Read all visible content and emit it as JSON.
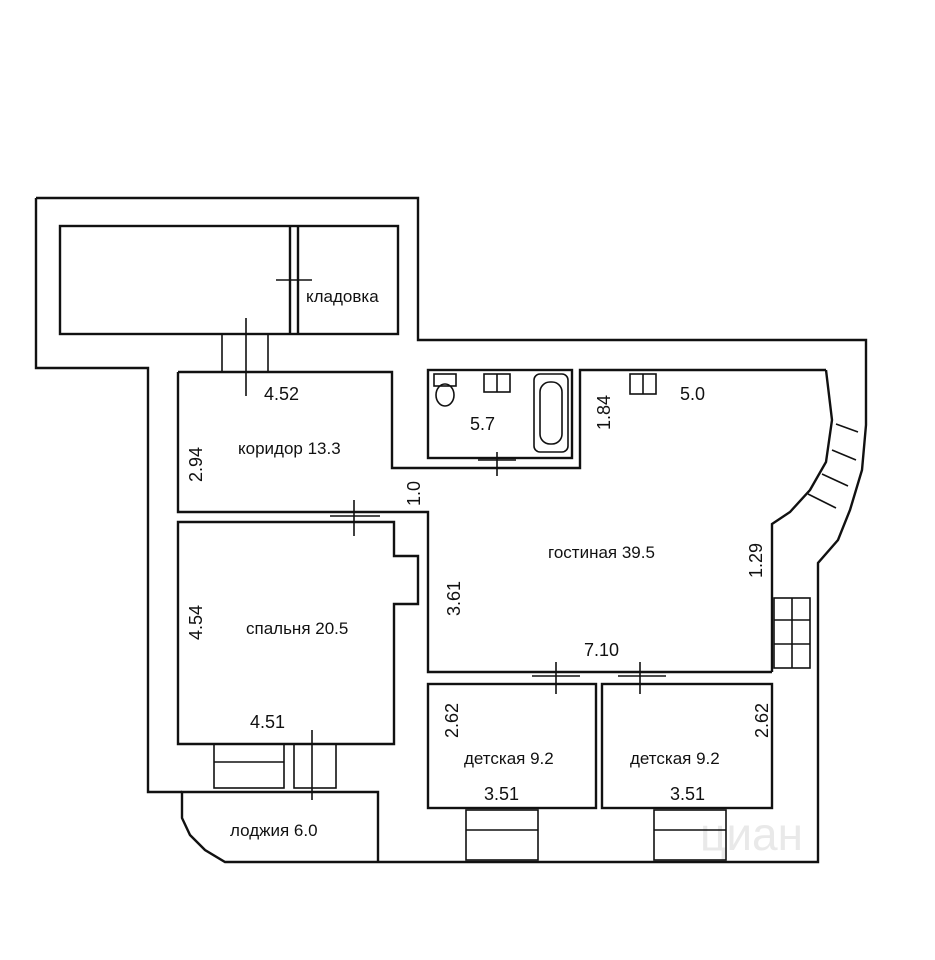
{
  "rooms": {
    "storage": "кладовка",
    "corridor": "коридор 13.3",
    "bathroom": "5.7",
    "living": "гостиная 39.5",
    "bedroom": "спальня 20.5",
    "kids1": "детская 9.2",
    "kids2": "детская 9.2",
    "loggia": "лоджия 6.0"
  },
  "dimensions": {
    "corridor_width": "4.52",
    "corridor_height": "2.94",
    "passage": "1.0",
    "bath_depth": "1.84",
    "living_top": "5.0",
    "living_left": "3.61",
    "living_right": "1.29",
    "living_bottom": "7.10",
    "bedroom_height": "4.54",
    "bedroom_width": "4.51",
    "kids1_height": "2.62",
    "kids1_width": "3.51",
    "kids2_height": "2.62",
    "kids2_width": "3.51"
  },
  "watermark": "циан"
}
